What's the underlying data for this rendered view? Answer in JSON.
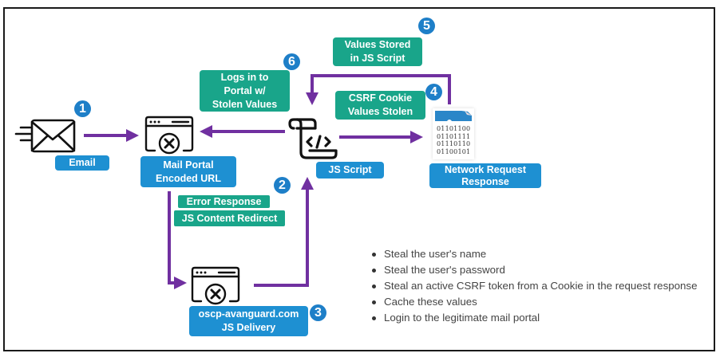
{
  "diagram": {
    "nodes": {
      "email": {
        "label": "Email",
        "icon": "envelope-icon"
      },
      "mail_portal": {
        "label_line1": "Mail Portal",
        "label_line2": "Encoded URL",
        "icon": "browser-error-icon"
      },
      "js_script": {
        "label": "JS Script",
        "icon": "script-scroll-icon"
      },
      "network_response": {
        "label_line1": "Network Request",
        "label_line2": "Response",
        "icon": "binary-document-icon",
        "binary_lines": [
          "01101100",
          "01101111",
          "01110110",
          "01100101"
        ]
      },
      "delivery": {
        "label_line1": "oscp-avanguard.com",
        "label_line2": "JS Delivery",
        "icon": "browser-error-icon"
      }
    },
    "annotations": {
      "logs_in": {
        "line1": "Logs in to",
        "line2": "Portal w/",
        "line3": "Stolen Values"
      },
      "values_stored": {
        "line1": "Values Stored",
        "line2": "in JS Script"
      },
      "csrf_stolen": {
        "line1": "CSRF Cookie",
        "line2": "Values Stolen"
      },
      "error_response": "Error Response",
      "js_redirect": "JS Content Redirect"
    },
    "steps": [
      "1",
      "2",
      "3",
      "4",
      "5",
      "6"
    ],
    "bullets": [
      "Steal the user's name",
      "Steal the user's password",
      "Steal an active CSRF token from a Cookie in the request response",
      "Cache these values",
      "Login to the legitimate mail portal"
    ],
    "colors": {
      "label_blue": "#1e90d2",
      "label_teal": "#19a58a",
      "arrow_purple": "#7030a0",
      "badge_blue": "#1e7fc8"
    }
  }
}
